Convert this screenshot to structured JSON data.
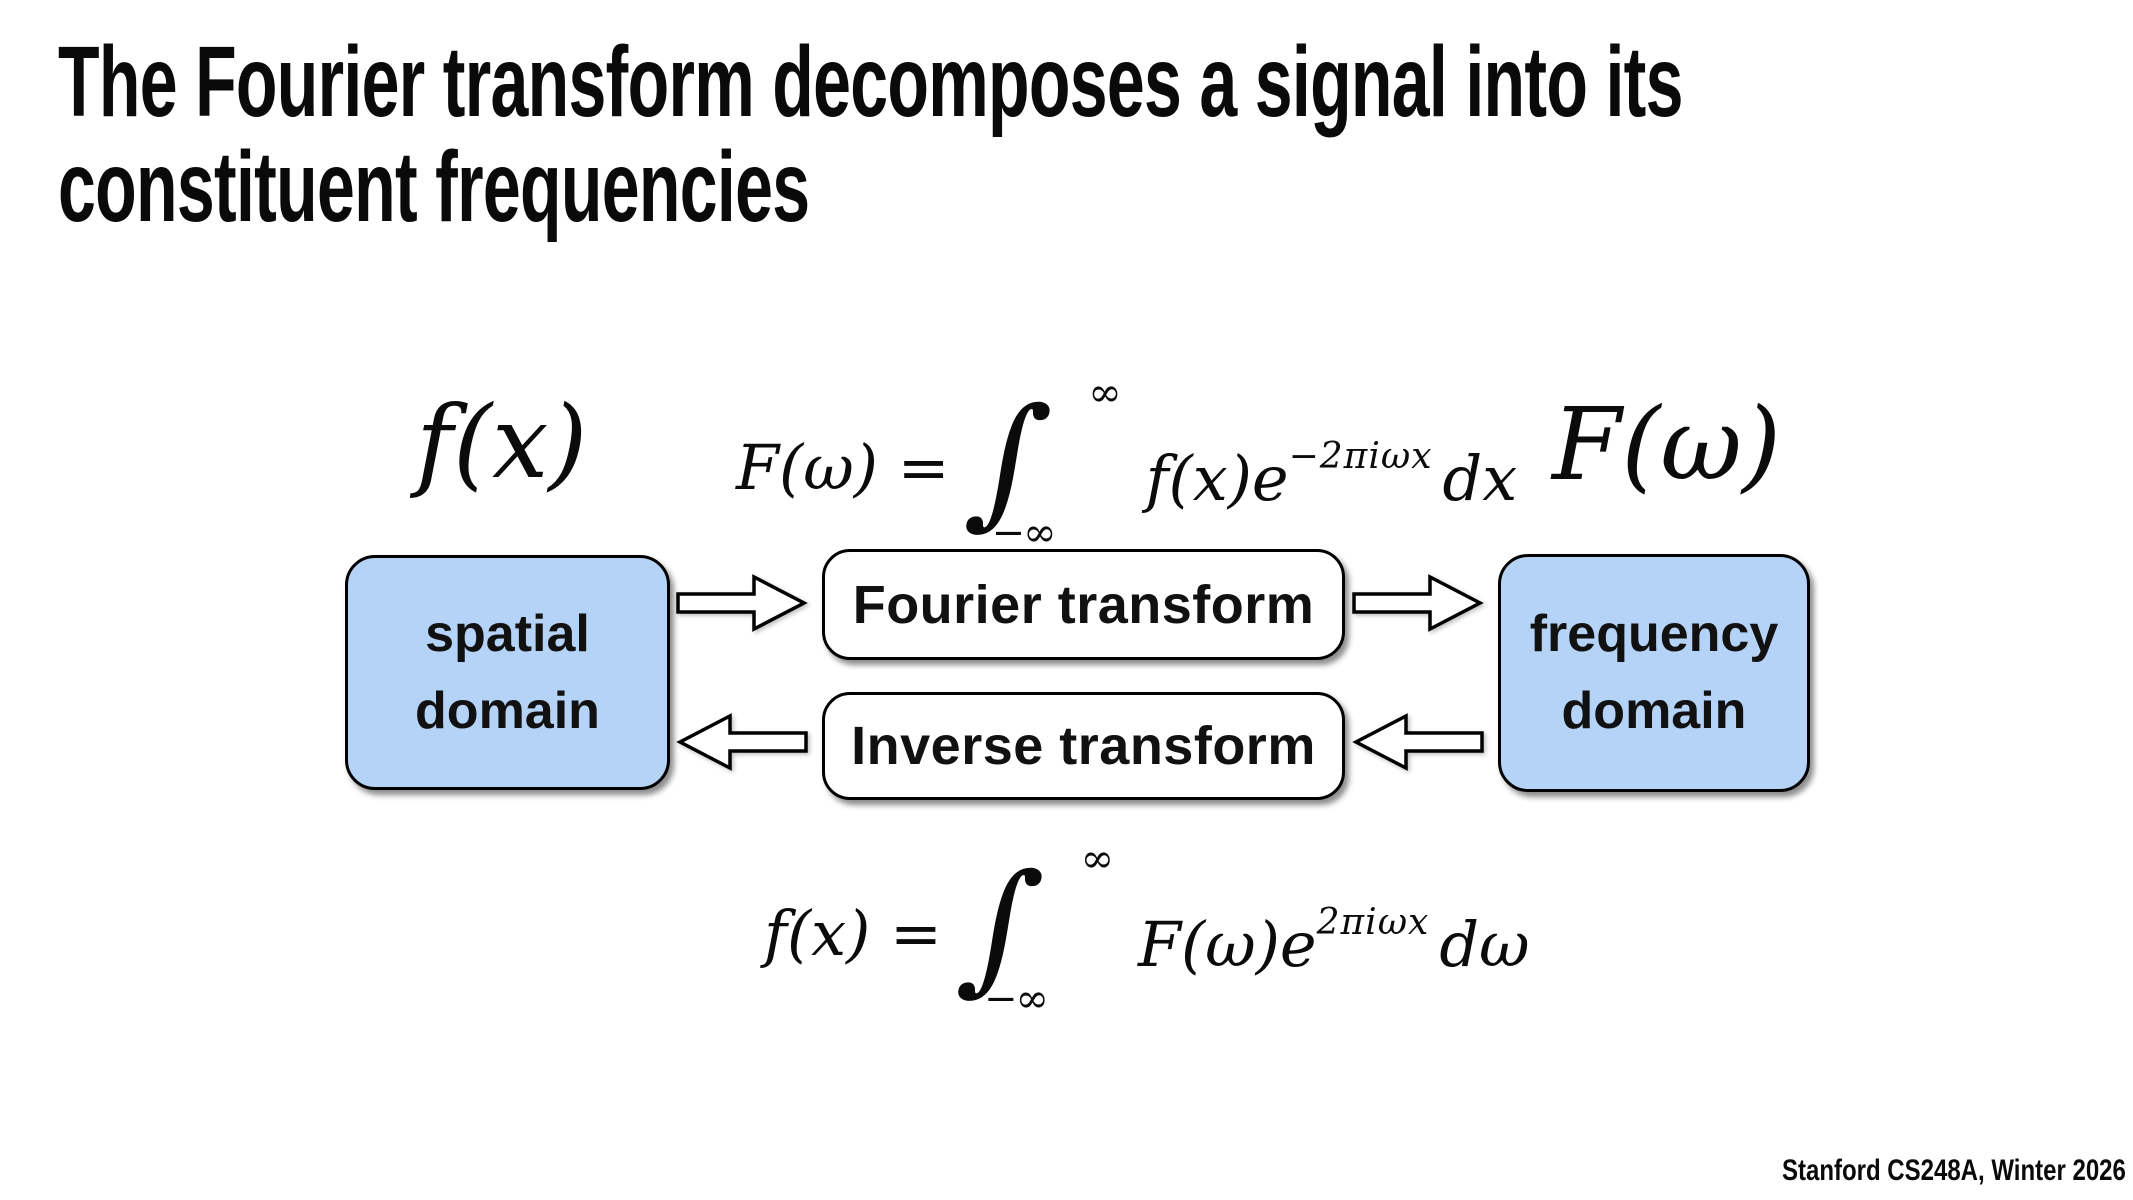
{
  "title": {
    "line1": "The Fourier transform decomposes a signal into its",
    "line2": "constituent frequencies"
  },
  "formulas": {
    "spatial_signal": "f(x)",
    "frequency_signal": "F(ω)",
    "forward": {
      "lhs": "F(ω) =",
      "integral_sign": "∫",
      "upper_limit": "∞",
      "lower_limit": "−∞",
      "integrand": "f(x)e",
      "exponent": "−2πiωx",
      "differential": "dx"
    },
    "inverse": {
      "lhs": "f(x) =",
      "integral_sign": "∫",
      "upper_limit": "∞",
      "lower_limit": "−∞",
      "integrand": "F(ω)e",
      "exponent": "2πiωx",
      "differential": "dω"
    }
  },
  "diagram": {
    "boxes": {
      "spatial": {
        "line1": "spatial",
        "line2": "domain"
      },
      "fourier": {
        "label": "Fourier transform"
      },
      "inverse": {
        "label": "Inverse transform"
      },
      "frequency": {
        "line1": "frequency",
        "line2": "domain"
      }
    },
    "colors": {
      "domain_box_fill": "#b5d3f7",
      "process_box_fill": "#ffffff",
      "box_border": "#000000",
      "arrow_fill": "#ffffff"
    }
  },
  "footer": {
    "credit": "Stanford CS248A, Winter 2026"
  }
}
